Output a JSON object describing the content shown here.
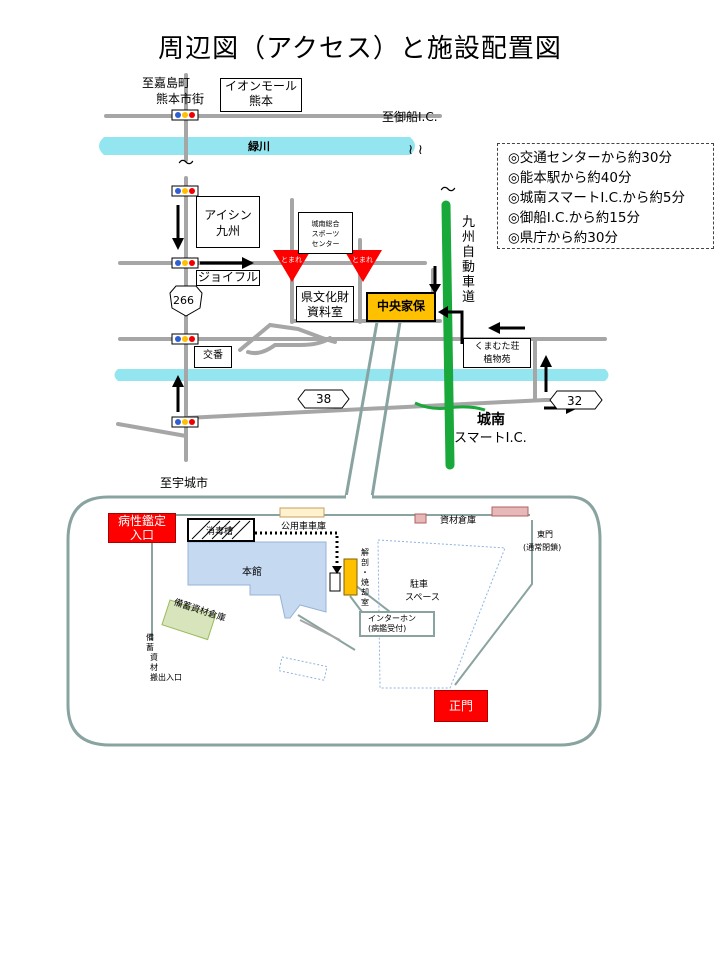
{
  "title": "周辺図（アクセス）と施設配置図",
  "map": {
    "to_kashima_1": "至嘉島町",
    "to_kashima_2": "熊本市街",
    "aeon_1": "イオンモール",
    "aeon_2": "熊本",
    "to_mifune_ic": "至御船I.C.",
    "midorikawa": "緑川",
    "aisin_1": "アイシン",
    "aisin_2": "九州",
    "sports_center_1": "城南総合",
    "sports_center_2": "スポーツ",
    "sports_center_3": "センター",
    "tomare": "とまれ",
    "joyfull": "ジョイフル",
    "route_266": "266",
    "bunkazai_1": "県文化財",
    "bunkazai_2": "資料室",
    "chuo_kaho": "中央家保",
    "koban": "交番",
    "kumamuta_1": "くまむた荘",
    "kumamuta_2": "植物苑",
    "route_38": "38",
    "route_32": "32",
    "expressway": "九州自動車道",
    "jonan": "城南",
    "smart_ic": "スマートI.C.",
    "to_uto": "至宇城市",
    "tilde": "～"
  },
  "access_info": [
    "◎交通センターから約30分",
    "◎能本駅から約40分",
    "◎城南スマートI.C.から約5分",
    "◎御船I.C.から約15分",
    "◎県庁から約30分"
  ],
  "facility": {
    "byosei_1": "病性鑑定",
    "byosei_2": "入口",
    "shodokuso": "消毒槽",
    "koyosha": "公用車車庫",
    "shizai_soko": "資材倉庫",
    "higashimon_1": "東門",
    "higashimon_2": "(通常閉鎖)",
    "honkan": "本館",
    "kaibo_1": "解",
    "kaibo_2": "剖",
    "kaibo_3": "・",
    "kaibo_4": "焼",
    "kaibo_5": "却",
    "kaibo_6": "室",
    "parking_1": "駐車",
    "parking_2": "スペース",
    "bichiku_soko": "備蓄資材倉庫",
    "bichiku_gate_1": "備",
    "bichiku_gate_2": "蓄",
    "bichiku_gate_3": "資",
    "bichiku_gate_4": "材",
    "bichiku_gate_5": "搬出入口",
    "intercom_1": "インターホン",
    "intercom_2": "(病鑑受付)",
    "seimon": "正門"
  },
  "colors": {
    "river": "#93e5f0",
    "expressway": "#19a83a",
    "road": "#a6a6a6",
    "highlight": "#ffc000",
    "stop_sign": "#ff0000",
    "honkan": "#c5d9f1",
    "bichiku": "#d7e4bc",
    "shizai": "#e6b8b7",
    "outline": "#89a4a0"
  }
}
